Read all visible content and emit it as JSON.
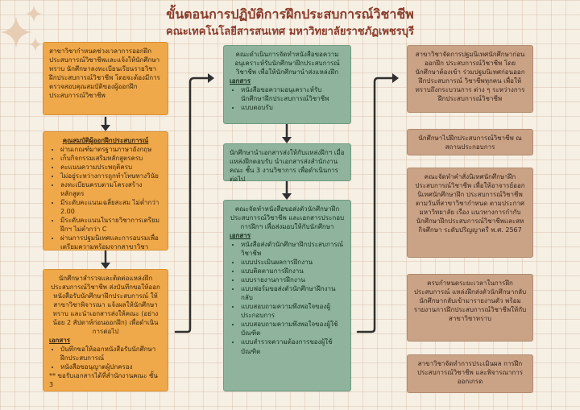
{
  "title": {
    "main": "ขั้นตอนการปฏิบัติการฝึกประสบการณ์วิชาชีพ",
    "sub": "คณะเทคโนโลยีสารสนเทศ มหาวิทยาลัยราชภัฏเพชรบุรี"
  },
  "colors": {
    "orange": "#f0a94a",
    "green": "#8fb39c",
    "tan": "#caa387",
    "title": "#8a3b2a",
    "arrow": "#2f2f2f"
  },
  "column1": {
    "box1": {
      "text": "สาขาวิชากำหนดช่วงเวลาการออกฝึกประสบการณ์วิชาชีพและแจ้งให้นักศึกษาทราบ นักศึกษาลงทะเบียนเรียนรายวิชาฝึกประสบการณ์วิชาชีพ โดยจะต้องมีการตรวจสอบคุณสมบัติของผู้ออกฝึกประสบการณ์วิชาชีพ"
    },
    "box2": {
      "heading": "คุณสมบัติผู้ออกฝึกประสบการณ์",
      "items": [
        "ผ่านเกณฑ์มาตรฐานภาษาอังกฤษ",
        "เก็บกิจกรรมเสริมหลักสูตรครบ",
        "คะแนนความประพฤติครบ",
        "ไม่อยู่ระหว่างการถูกทำโทษทางวินัย",
        "ลงทะเบียนครบตามโครงสร้างหลักสูตร",
        "มีระดับคะแนนเฉลี่ยสะสม ไม่ต่ำกว่า 2.00",
        "มีระดับคะแนนในรายวิชาการเตรียมฝึกฯ ไม่ต่ำกว่า C",
        "ผ่านการปฐมนิเทศและการอบรมเพื่อเตรียมความพร้อมจากสาขาวิชา"
      ]
    },
    "box3": {
      "text": "นักศึกษาสำรวจและติดต่อแหล่งฝึกประสบการณ์วิชาชีพ ส่งบันทึกขอให้ออกหนังสือรับนักศึกษาฝึกประสบการณ์ ให้สาขาวิชาพิจารณา แจ้งผลให้นักศึกษาทราบ และนำเอกสารส่งให้คณะ (อย่างน้อย 2 สัปดาห์ก่อนออกฝึก) เพื่อดำเนินการต่อไป",
      "heading": "เอกสาร",
      "items": [
        "บันทึกขอให้ออกหนังสือรับนักศึกษาฝึกประสบการณ์",
        "หนังสือขอนุญาตผู้ปกครอง"
      ],
      "note": "** ขอรับเอกสารได้ที่สำนักงานคณะ ชั้น 3"
    }
  },
  "column2": {
    "box1": {
      "text": "คณะดำเนินการจัดทำหนังสือขอความอนุเคราะห์รับนักศึกษาฝึกประสบการณ์วิชาชีพ เพื่อให้นักศึกษานำส่งแหล่งฝึก",
      "heading": "เอกสาร",
      "items": [
        "หนังสือขอความอนุเคราะห์รับนักศึกษาฝึกประสบการณ์วิชาชีพ",
        "แบบตอบรับ"
      ]
    },
    "box2": {
      "text": "นักศึกษานำเอกสารส่งให้กับแหล่งฝึกฯ เมื่อแหล่งฝึกตอบรับ นำเอกสารส่งสำนักงานคณะ ชั้น 3 งานวิชาการ เพื่อดำเนินการต่อไป"
    },
    "box3": {
      "text": "คณะจัดทำหนังสือขอส่งตัวนักศึกษาฝึกประสบการณ์วิชาชีพ และเอกสารประกอบการฝึกฯ เพื่อส่งมอบให้กับนักศึกษา",
      "heading": "เอกสาร",
      "items": [
        "หนังสือส่งตัวนักศึกษาฝึกประสบการณ์วิชาชีพ",
        "แบบประเมินผลการฝึกงาน",
        "แบบติดตามการฝึกงาน",
        "แบบรายงานการฝึกงาน",
        "แบบฟอร์มขอส่งตัวนักศึกษาฝึกงานกลับ",
        "แบบสอบถามความพึงพอใจของผู้ประกอบการ",
        "แบบสอบถามความพึงพอใจของผู้ใช้บัณฑิต",
        "แบบสำรวจความต้องการของผู้ใช้บัณฑิต"
      ]
    }
  },
  "column3": {
    "box1": {
      "text": "สาขาวิชาจัดการปฐมนิเทศนักศึกษาก่อนออกฝึก ประสบการณ์วิชาชีพ โดยนักศึกษาต้องเข้า ร่วมปฐมนิเทศก่อนออกฝึกประสบการณ์ วิชาชีพทุกคน เพื่อให้ทราบถึงกระบวนการ ต่าง ๆ ระหว่างการฝึกประสบการณ์วิชาชีพ"
    },
    "box2": {
      "text": "นักศึกษาไปฝึกประสบการณ์วิชาชีพ ณ สถานประกอบการ"
    },
    "box3": {
      "text": "คณะจัดทำคำสั่งนิเทศนักศึกษาฝึกประสบการณ์วิชาชีพ เพื่อให้อาจารย์ออกนิเทศนักศึกษาฝึก ประสบการณ์วิชาชีพ ตามวันที่สาขาวิชากำหนด ตามประกาศมหาวิทยาลัย เรื่อง แนวทางการกำกับนักศึกษาฝึกประสบการณ์วิชาชีพและสหกิจศึกษา ระดับปริญญาตรี พ.ศ. 2567"
    },
    "box4": {
      "text": "ครบกำหนดระยะเวลาในการฝึกประสบการณ์ แหล่งฝึกส่งตัวนักศึกษากลับ นักศึกษากลับเข้ามารายงานตัว พร้อมรายงานการฝึกประสบการณ์วิชาชีพให้กับสาขาวิชาทราบ"
    },
    "box5": {
      "text": "สาขาวิชาจัดทำการประเมินผล การฝึกประสบการณ์วิชาชีพ และพิจารณาการออกเกรด"
    }
  }
}
